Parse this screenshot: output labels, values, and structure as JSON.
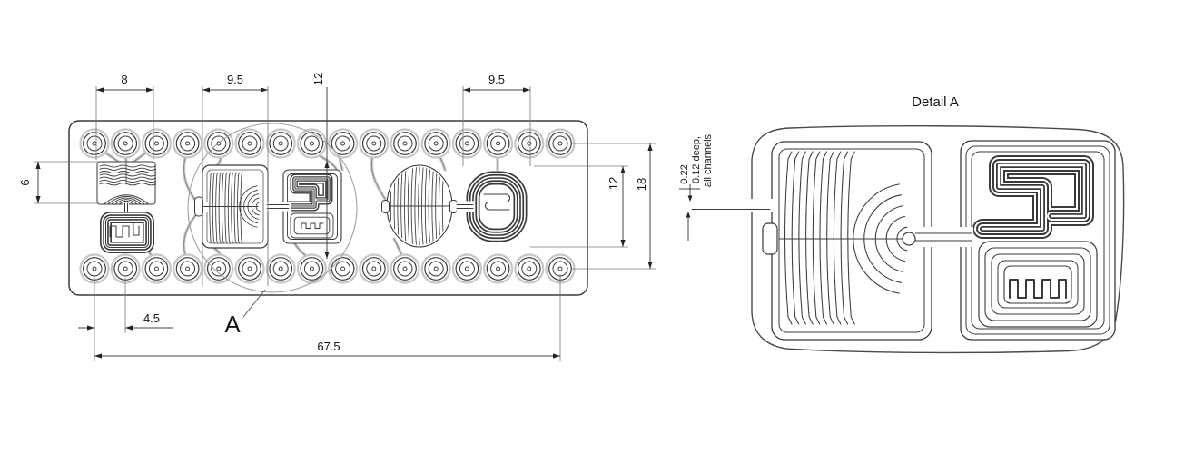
{
  "main_view": {
    "detail_label": "A",
    "dims": {
      "mixer_width": "8",
      "column_width": "9.5",
      "serpentine_height": "12",
      "oval_width": "9.5",
      "mixer_height": "6",
      "structure_height": "12",
      "port_row_span": "18",
      "port_pitch": "4.5",
      "total_width": "67.5"
    }
  },
  "detail_view": {
    "title": "Detail A",
    "channel_width": "0.22",
    "depth_note_line1": "0.12 deep,",
    "depth_note_line2": "all channels"
  },
  "colors": {
    "line": "#3a3a3a",
    "light": "#c9c9c9",
    "trace": "#8f8f8f",
    "dim": "#555555"
  }
}
